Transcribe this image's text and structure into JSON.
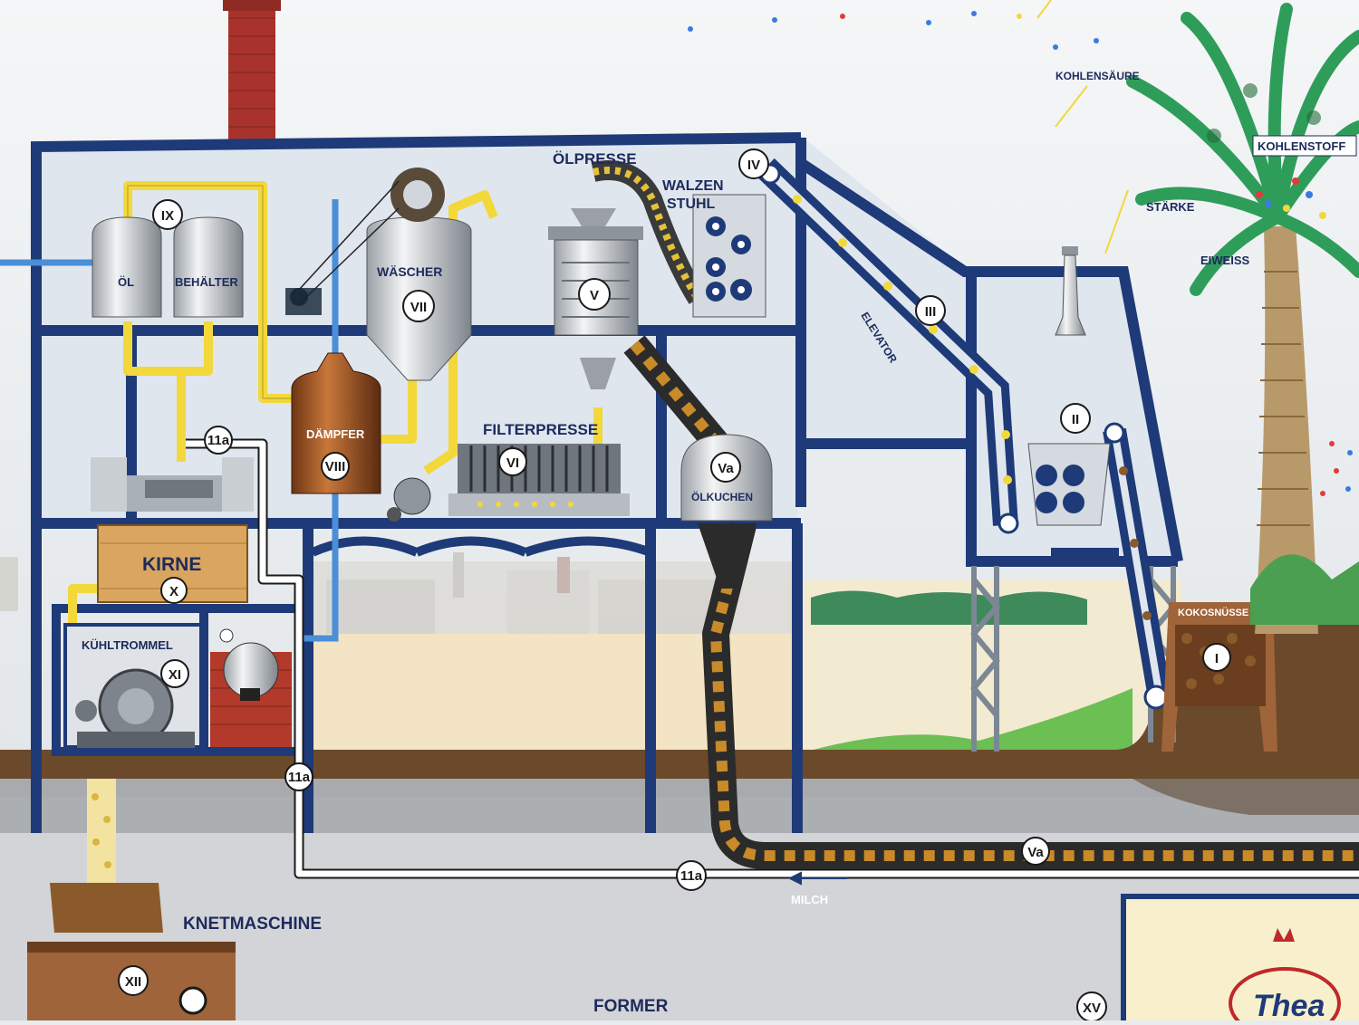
{
  "labels": {
    "oelpresse": "ÖLPRESSE",
    "walzen": "WALZEN",
    "stuhl": "STUHL",
    "oel": "ÖL",
    "behaelter": "BEHÄLTER",
    "waescher": "WÄSCHER",
    "daempfer": "DÄMPFER",
    "filterpresse": "FILTERPRESSE",
    "oelkuchen": "ÖLKUCHEN",
    "kirne": "KIRNE",
    "kuehltrommel": "KÜHLTROMMEL",
    "elevator": "ELEVATOR",
    "kokosnuesse": "KOKOSNÜSSE",
    "kohlensaeure": "KOHLENSÄURE",
    "kohlenstoff": "KOHLENSTOFF",
    "staerke": "STÄRKE",
    "eiweiss": "EIWEISS",
    "knetmaschine": "KNETMASCHINE",
    "former": "FORMER",
    "milch": "MILCH",
    "brand": "Thea"
  },
  "markers": {
    "m1": "I",
    "m2": "II",
    "m3": "III",
    "m4": "IV",
    "m5": "V",
    "m5a": "Va",
    "m5a_pipe": "Va",
    "m6": "VI",
    "m7": "VII",
    "m8": "VIII",
    "m9": "IX",
    "m10": "X",
    "m11": "XI",
    "m11a_top": "11a",
    "m11a_mid": "11a",
    "m11a_bottom": "11a",
    "m12": "XII",
    "m15": "XV"
  },
  "colors": {
    "frame": "#1e3a78",
    "oil_pipe": "#f2d83a",
    "water_pipe": "#4a8fd8",
    "milk_pipe": "#ffffff",
    "chimney": "#a8332c",
    "steamer": "#9c4f22",
    "kirne": "#d9a55f",
    "ground": "#6a4a2a",
    "palm": "#2f9d5a"
  }
}
